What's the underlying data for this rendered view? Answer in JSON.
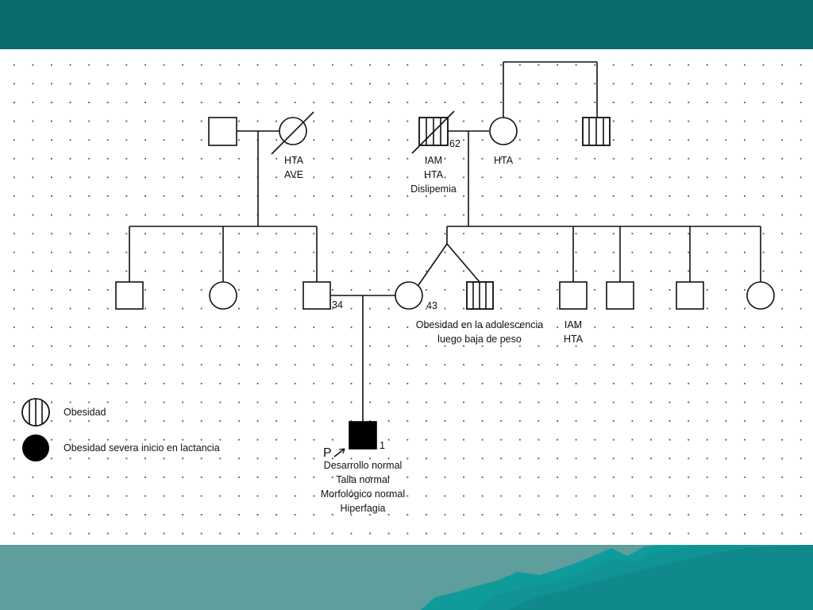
{
  "colors": {
    "header": "#0b6b6a",
    "footer": "#5e9e9c",
    "footer_mountain": "#109b9b",
    "affected": "#000000"
  },
  "diagram": {
    "people": {
      "gp1_father": {
        "annotations": []
      },
      "gp1_mother": {
        "annotations": [
          "HTA",
          "AVE"
        ]
      },
      "gp2_father": {
        "age": "62",
        "annotations": [
          "IAM",
          "HTA",
          "Dislipemia"
        ]
      },
      "gp2_mother": {
        "annotations": [
          "HTA"
        ]
      },
      "gp2_mother_sibling": {
        "annotations": []
      },
      "father": {
        "age": "34"
      },
      "mother": {
        "age": "43"
      },
      "mother_twin": {
        "annotations": [
          "Obesidad en la adolescencia",
          "luego baja de peso"
        ]
      },
      "maternal_uncle": {
        "annotations": [
          "IAM",
          "HTA"
        ]
      },
      "proband": {
        "marker": "P",
        "age": "1",
        "annotations": [
          "Desarrollo normal",
          "Talla normal",
          "Morfológico normal",
          "Hiperfagia"
        ]
      }
    },
    "legend": [
      {
        "symbol": "vertical-stripes-circle",
        "label": "Obesidad"
      },
      {
        "symbol": "filled-circle",
        "label": "Obesidad severa inicio en lactancia"
      }
    ]
  }
}
